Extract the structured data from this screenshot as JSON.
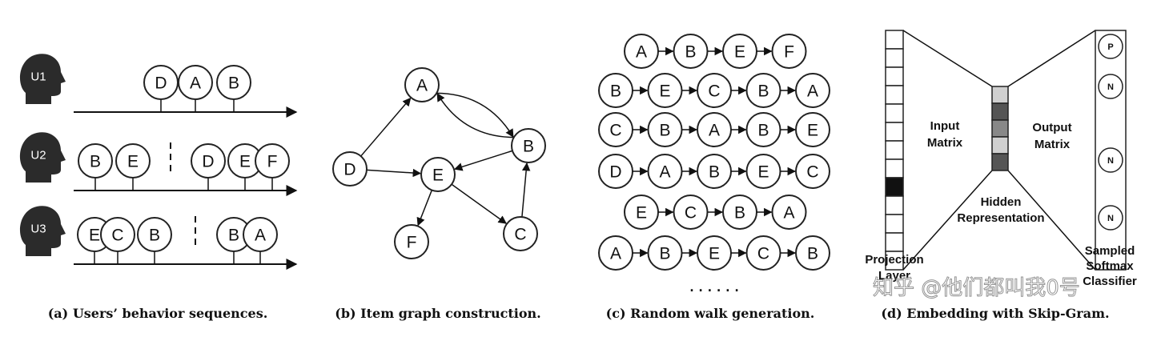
{
  "panels": {
    "a": {
      "caption": "(a) Users’ behavior sequences.",
      "users": [
        {
          "label": "U1",
          "sessions": [
            [
              "D",
              "A",
              "B"
            ]
          ]
        },
        {
          "label": "U2",
          "sessions": [
            [
              "B",
              "E"
            ],
            [
              "D",
              "E",
              "F"
            ]
          ]
        },
        {
          "label": "U3",
          "sessions": [
            [
              "E",
              "C",
              "B"
            ],
            [
              "B",
              "A"
            ]
          ]
        }
      ]
    },
    "b": {
      "caption": "(b) Item graph construction.",
      "nodes": [
        "A",
        "B",
        "C",
        "D",
        "E",
        "F"
      ],
      "edges": [
        [
          "D",
          "A"
        ],
        [
          "A",
          "B"
        ],
        [
          "B",
          "A"
        ],
        [
          "D",
          "E"
        ],
        [
          "B",
          "E"
        ],
        [
          "E",
          "F"
        ],
        [
          "E",
          "C"
        ],
        [
          "C",
          "B"
        ]
      ]
    },
    "c": {
      "caption": "(c) Random walk generation.",
      "walks": [
        [
          "A",
          "B",
          "E",
          "F"
        ],
        [
          "B",
          "E",
          "C",
          "B",
          "A"
        ],
        [
          "C",
          "B",
          "A",
          "B",
          "E"
        ],
        [
          "D",
          "A",
          "B",
          "E",
          "C"
        ],
        [
          "E",
          "C",
          "B",
          "A"
        ],
        [
          "A",
          "B",
          "E",
          "C",
          "B"
        ]
      ],
      "ellipsis": "......"
    },
    "d": {
      "caption": "(d) Embedding with Skip-Gram.",
      "input_label": [
        "Input",
        "Matrix"
      ],
      "output_label": [
        "Output",
        "Matrix"
      ],
      "hidden_label": [
        "Hidden",
        "Representation"
      ],
      "projection_label": [
        "Projection",
        "Layer"
      ],
      "softmax_label": [
        "Sampled",
        "Softmax",
        "Classifier"
      ],
      "output_nodes": [
        "P",
        "N",
        "N",
        "N"
      ],
      "hidden_cells": [
        "#d0d0d0",
        "#555555",
        "#888888",
        "#d0d0d0",
        "#555555"
      ],
      "projection_active_index": 8
    }
  },
  "watermark": "知乎 @他们都叫我0号"
}
